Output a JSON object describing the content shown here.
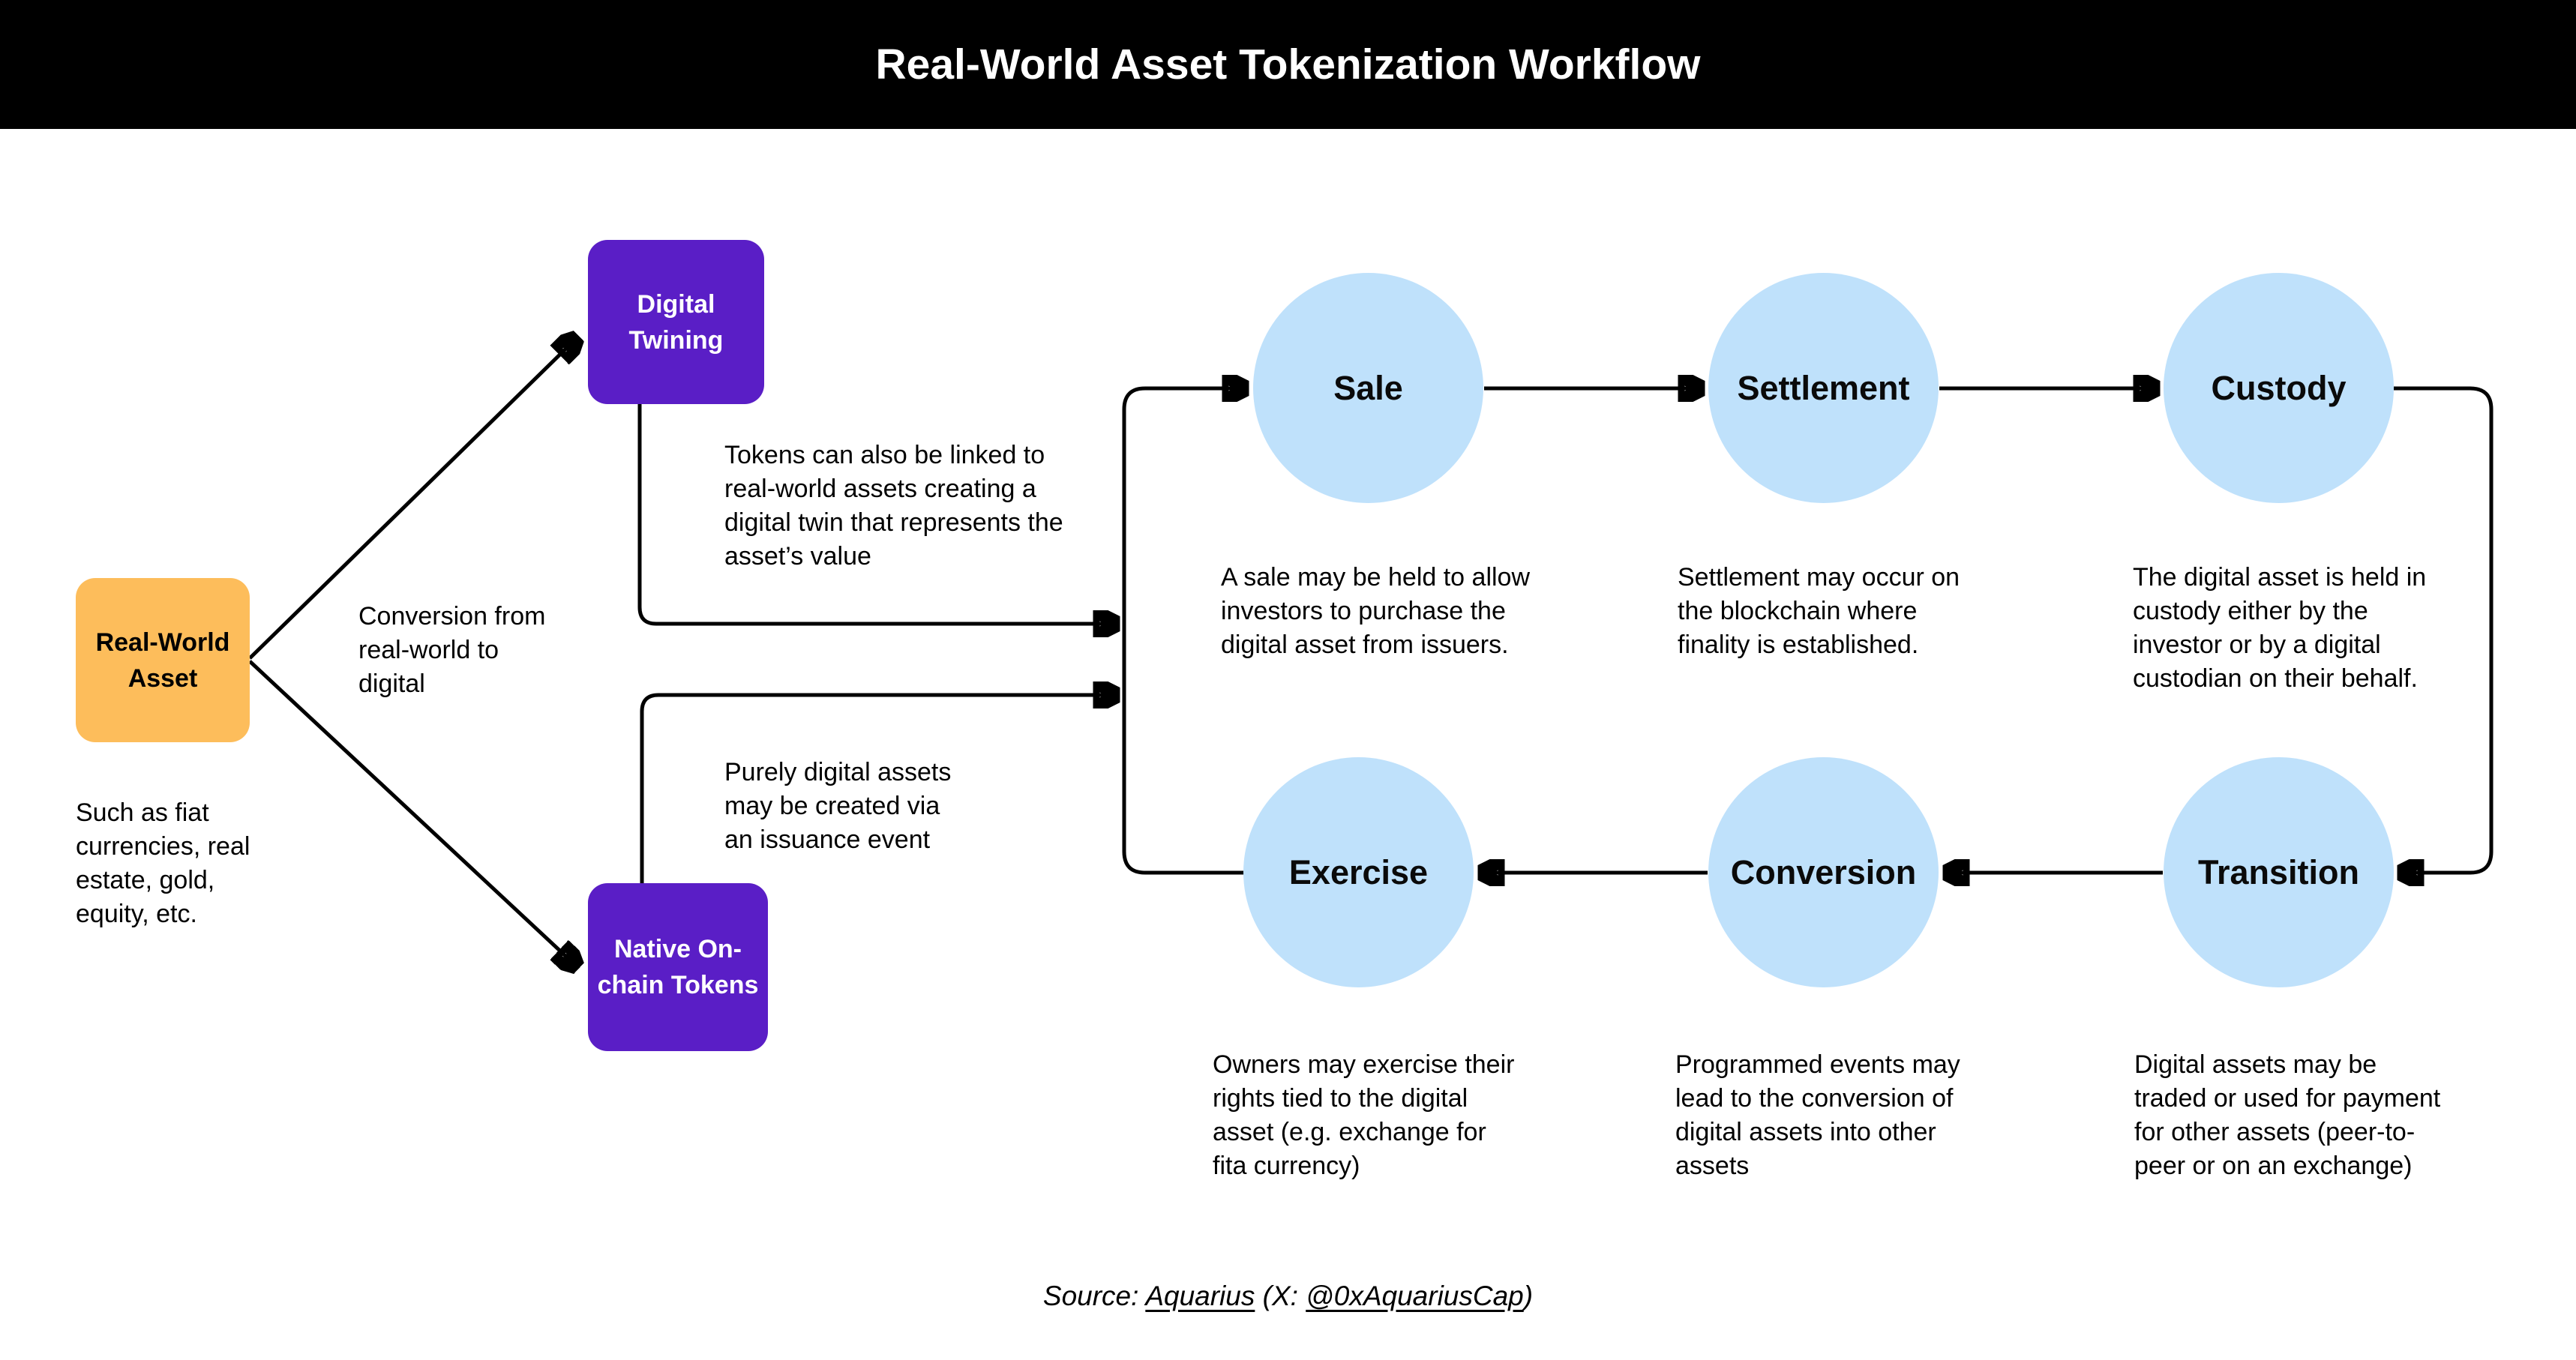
{
  "header": {
    "title": "Real-World Asset Tokenization Workflow"
  },
  "start_node": {
    "label": "Real-World\nAsset",
    "caption": "Such as fiat\ncurrencies, real\nestate, gold,\nequity, etc."
  },
  "conversion_label": "Conversion from\nreal-world to\ndigital",
  "branch_nodes": [
    {
      "label": "Digital\nTwining",
      "note": "Tokens can also be linked to\nreal-world assets creating a\ndigital twin that represents the\nasset’s value"
    },
    {
      "label": "Native On-\nchain Tokens",
      "note": "Purely digital assets\nmay be created via\nan issuance event"
    }
  ],
  "stages": [
    {
      "name": "Sale",
      "description": "A sale may be held to allow\ninvestors to purchase the\ndigital asset from issuers."
    },
    {
      "name": "Settlement",
      "description": "Settlement may occur on\nthe blockchain where\nfinality is established."
    },
    {
      "name": "Custody",
      "description": "The digital asset is held in\ncustody either by the\ninvestor or by a digital\ncustodian on their behalf."
    },
    {
      "name": "Exercise",
      "description": "Owners may exercise their\nrights tied to the digital\nasset (e.g. exchange for\nfita currency)"
    },
    {
      "name": "Conversion",
      "description": "Programmed events may\nlead to the conversion of\ndigital assets into other\nassets"
    },
    {
      "name": "Transition",
      "description": "Digital assets may be\ntraded or used for payment\nfor other assets (peer-to-\npeer or on an exchange)"
    }
  ],
  "source": {
    "prefix": "Source: ",
    "org": "Aquarius",
    "middle": " (X: ",
    "handle": "@0xAquariusCap",
    "suffix": ")"
  },
  "colors": {
    "header_bg": "#000000",
    "start_fill": "#FDBD5B",
    "branch_fill": "#5A1EC6",
    "stage_fill": "#BFE1FB",
    "line": "#000000"
  }
}
